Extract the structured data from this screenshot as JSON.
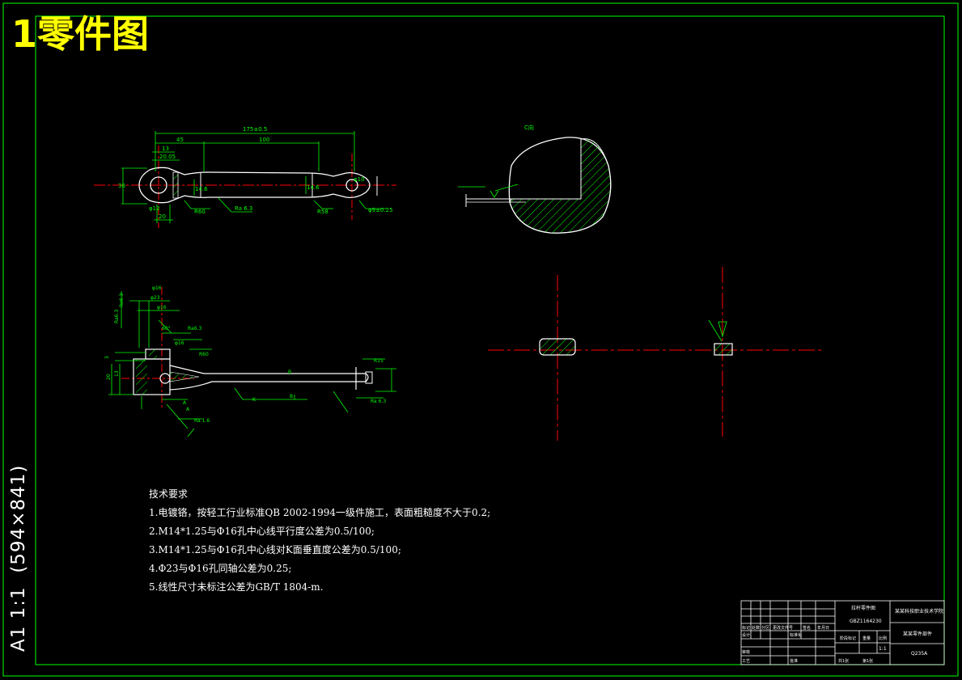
{
  "title": "1零件图",
  "side_label": "A1 1:1  (594×841)",
  "view1": {
    "dims": [
      "175±0.5",
      "45",
      "100",
      "13",
      "20.05",
      "30",
      "20",
      "φ12",
      "14.6",
      "14.6",
      "R60",
      "Ra 6.3",
      "R58",
      "φ9±0.25",
      "φ10"
    ]
  },
  "section": {
    "label": "C向"
  },
  "view2": {
    "dims": [
      "Ra6.3",
      "φ16",
      "φ23",
      "Ra6.3",
      "φ16",
      "60°",
      "Ra6.3",
      "φ16",
      "R60",
      "R15",
      "Ra 6.3",
      "Ra 1.6",
      "A",
      "B",
      "K",
      "3",
      "20",
      "13",
      "A",
      "B"
    ]
  },
  "tech_requirements": {
    "heading": "技术要求",
    "items": [
      "1.电镀铬，按轻工行业标准QB 2002-1994一级件施工，表面粗糙度不大于0.2;",
      "2.M14*1.25与Φ16孔中心线平行度公差为0.5/100;",
      "3.M14*1.25与Φ16孔中心线对K面垂直度公差为0.5/100;",
      "4.Φ23与Φ16孔同轴公差为0.25;",
      "5.线性尺寸未标注公差为GB/T 1804-m."
    ]
  },
  "title_block": {
    "drawing_no": "拉杆零件图",
    "code": "GBZ1164230",
    "school": "某某科技职业技术学院",
    "part_name": "某某零件部件",
    "material": "Q235A",
    "scale": "1:1",
    "cells": [
      "标记",
      "处数",
      "分区",
      "更改文件号",
      "签名",
      "年月日",
      "设计",
      "标准化",
      "阶段标记",
      "重量",
      "比例",
      "审核",
      "工艺",
      "批准",
      "共1张",
      "第1张"
    ]
  },
  "colors": {
    "border": "#00ff00",
    "geometry": "#ffffff",
    "dimension": "#00ff00",
    "centerline": "#ff0000",
    "hatch": "#00ff00",
    "title": "#ffff00"
  }
}
